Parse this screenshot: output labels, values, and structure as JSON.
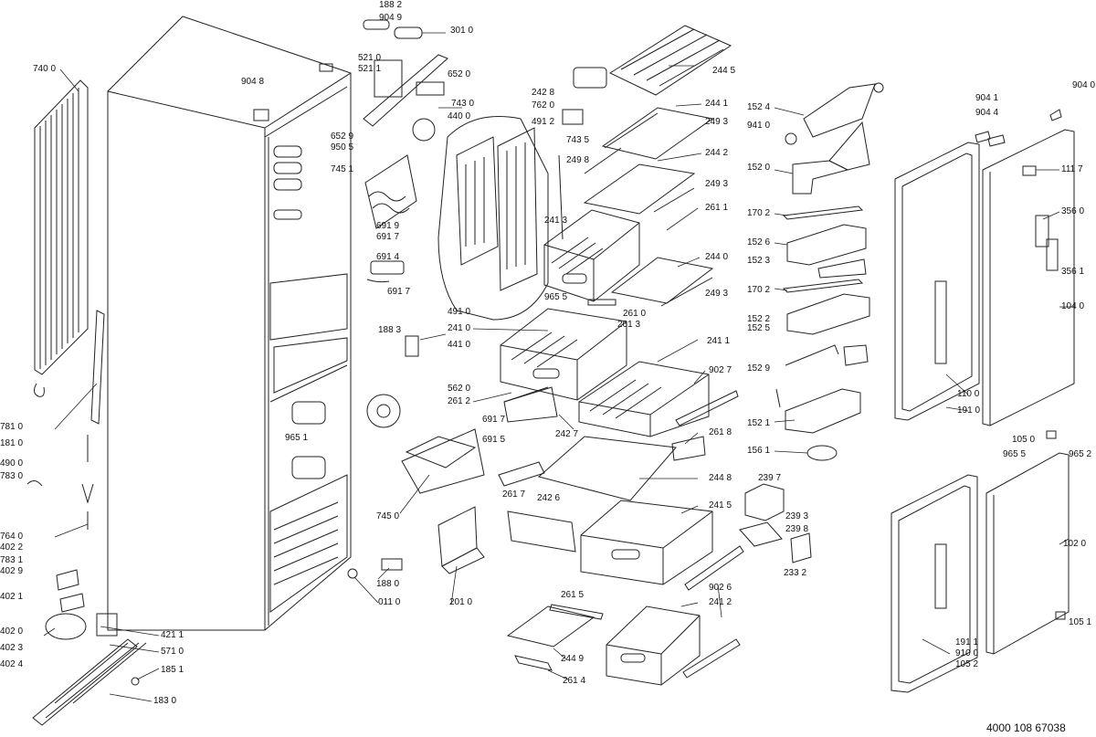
{
  "document_number": "4000 108 67038",
  "labels": {
    "l1882": "188 2",
    "l9049": "904 9",
    "l3010": "301 0",
    "l7400": "740 0",
    "l9048": "904 8",
    "l5210": "521 0",
    "l5211": "521 1",
    "l6520": "652 0",
    "l7430": "743 0",
    "l4400": "440 0",
    "l6529": "652 9",
    "l9505": "950 5",
    "l7451": "745 1",
    "l6919": "691 9",
    "l6917a": "691 7",
    "l6914": "691 4",
    "l6917b": "691 7",
    "l1883": "188 3",
    "l4910": "491 0",
    "l2410": "241 0",
    "l4410": "441 0",
    "l5620": "562 0",
    "l2612": "261 2",
    "l6917c": "691 7",
    "l6915": "691 5",
    "l9651a": "965 1",
    "l7450": "745 0",
    "l2010": "201 0",
    "l1880": "188 0",
    "l0110": "011 0",
    "l7810": "781 0",
    "l1810": "181 0",
    "l4900": "490 0",
    "l7830": "783 0",
    "l7640": "764 0",
    "l4022": "402 2",
    "l7831": "783 1",
    "l4029": "402 9",
    "l4021": "402 1",
    "l4020": "402 0",
    "l4023": "402 3",
    "l4024": "402 4",
    "l4211": "421 1",
    "l5710": "571 0",
    "l1851": "185 1",
    "l1830": "183 0",
    "l2428": "242 8",
    "l7620": "762 0",
    "l4912": "491 2",
    "l7435": "743 5",
    "l2445": "244 5",
    "l2441": "244 1",
    "l2493a": "249 3",
    "l2498": "249 8",
    "l2442": "244 2",
    "l2493b": "249 3",
    "l2413": "241 3",
    "l2611": "261 1",
    "l2440": "244 0",
    "l2493c": "249 3",
    "l9655a": "965 5",
    "l2610": "261 0",
    "l2613": "261 3",
    "l2411": "241 1",
    "l9027": "902 7",
    "l2427": "242 7",
    "l2618": "261 8",
    "l2448": "244 8",
    "l2617": "261 7",
    "l2426": "242 6",
    "l2415": "241 5",
    "l2615": "261 5",
    "l9026": "902 6",
    "l2412": "241 2",
    "l2449": "244 9",
    "l2614": "261 4",
    "l2397": "239 7",
    "l2393": "239 3",
    "l2398": "239 8",
    "l2332": "233 2",
    "l1524": "152 4",
    "l9410": "941 0",
    "l1520": "152 0",
    "l1702a": "170 2",
    "l1526": "152 6",
    "l1523": "152 3",
    "l1702b": "170 2",
    "l1522": "152 2",
    "l1525": "152 5",
    "l1529": "152 9",
    "l1521": "152 1",
    "l1561": "156 1",
    "l9041": "904 1",
    "l9044": "904 4",
    "l9040": "904 0",
    "l1117": "111 7",
    "l3560": "356 0",
    "l3561": "356 1",
    "l1040": "104 0",
    "l1100": "110 0",
    "l1910": "191 0",
    "l1050": "105 0",
    "l9655b": "965 5",
    "l9652": "965 2",
    "l1020": "102 0",
    "l1051": "105 1",
    "l1911": "191 1",
    "l9100": "910 0",
    "l1052": "105 2"
  },
  "colors": {
    "line": "#222222",
    "background": "#ffffff"
  }
}
